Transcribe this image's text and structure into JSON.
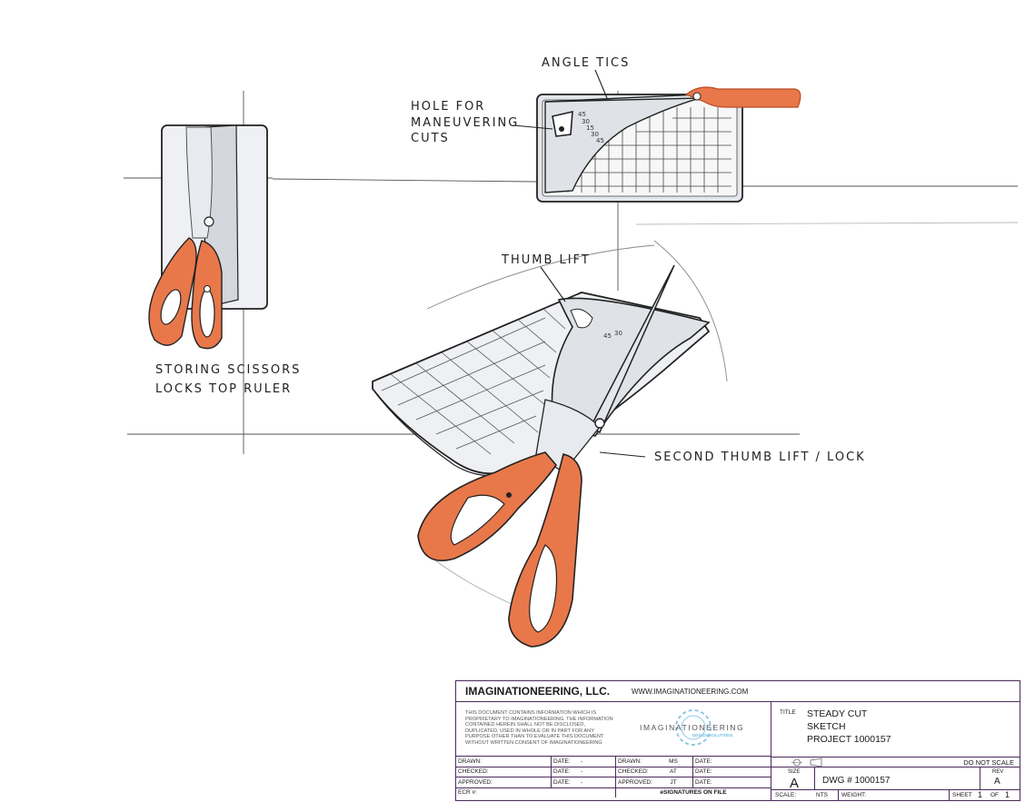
{
  "annotations": {
    "angle_tics": "ANGLE TICS",
    "hole_line1": "HOLE FOR",
    "hole_line2": "MANEUVERING",
    "hole_line3": "CUTS",
    "thumb_lift": "THUMB LIFT",
    "storing_line1": "STORING SCISSORS",
    "storing_line2": "LOCKS TOP RULER",
    "second_thumb": "SECOND THUMB LIFT / LOCK"
  },
  "angle_ticks_top": [
    "45",
    "30",
    "15",
    "30",
    "45"
  ],
  "angle_ticks_persp": [
    "45",
    "30"
  ],
  "colors": {
    "handle_orange": "#e8784a",
    "handle_dark": "#b84a25",
    "ink": "#222222",
    "board_shade": "#d4d8de",
    "border_purple": "#4b2a5a",
    "logo_blue": "#3aa6d8"
  },
  "title_block": {
    "company": "IMAGINATIONEERING, LLC.",
    "website": "WWW.IMAGINATIONEERING.COM",
    "notice": "THIS DOCUMENT CONTAINS INFORMATION WHICH IS PROPRIETARY TO IMAGINATIONEERING. THE INFORMATION CONTAINED HEREIN SHALL NOT BE DISCLOSED, DUPLICATED, USED IN WHOLE OR IN PART FOR ANY PURPOSE OTHER THAN TO EVALUATE THIS DOCUMENT WITHOUT WRITTEN CONSENT OF IMAGINATIONEERING",
    "logo_text": "IMAGINATIONEERING",
    "logo_sub": "DESIGN SOLUTIONS",
    "rows": [
      {
        "label": "DRAWN:",
        "date_label": "DATE:",
        "date_val": "-",
        "role": "DRAWN:",
        "initials": "MS",
        "role_date": "DATE:"
      },
      {
        "label": "CHECKED:",
        "date_label": "DATE:",
        "date_val": "-",
        "role": "CHECKED:",
        "initials": "AT",
        "role_date": "DATE:"
      },
      {
        "label": "APPROVED:",
        "date_label": "DATE:",
        "date_val": "-",
        "role": "APPROVED:",
        "initials": "JT",
        "role_date": "DATE:"
      }
    ],
    "ecr_label": "ECR #:",
    "esignatures": "eSIGNATURES ON FILE",
    "title_label": "TITLE",
    "title_lines": [
      "STEADY CUT",
      "SKETCH",
      "PROJECT 1000157"
    ],
    "do_not_scale": "DO NOT SCALE",
    "size_label": "SIZE",
    "size_value": "A",
    "dwg_number": "DWG # 1000157",
    "rev_label": "REV",
    "rev_value": "A",
    "scale_label": "SCALE:",
    "scale_value": "NTS",
    "weight_label": "WEIGHT:",
    "sheet_label": "SHEET",
    "sheet_num": "1",
    "of_label": "OF",
    "sheet_total": "1"
  }
}
